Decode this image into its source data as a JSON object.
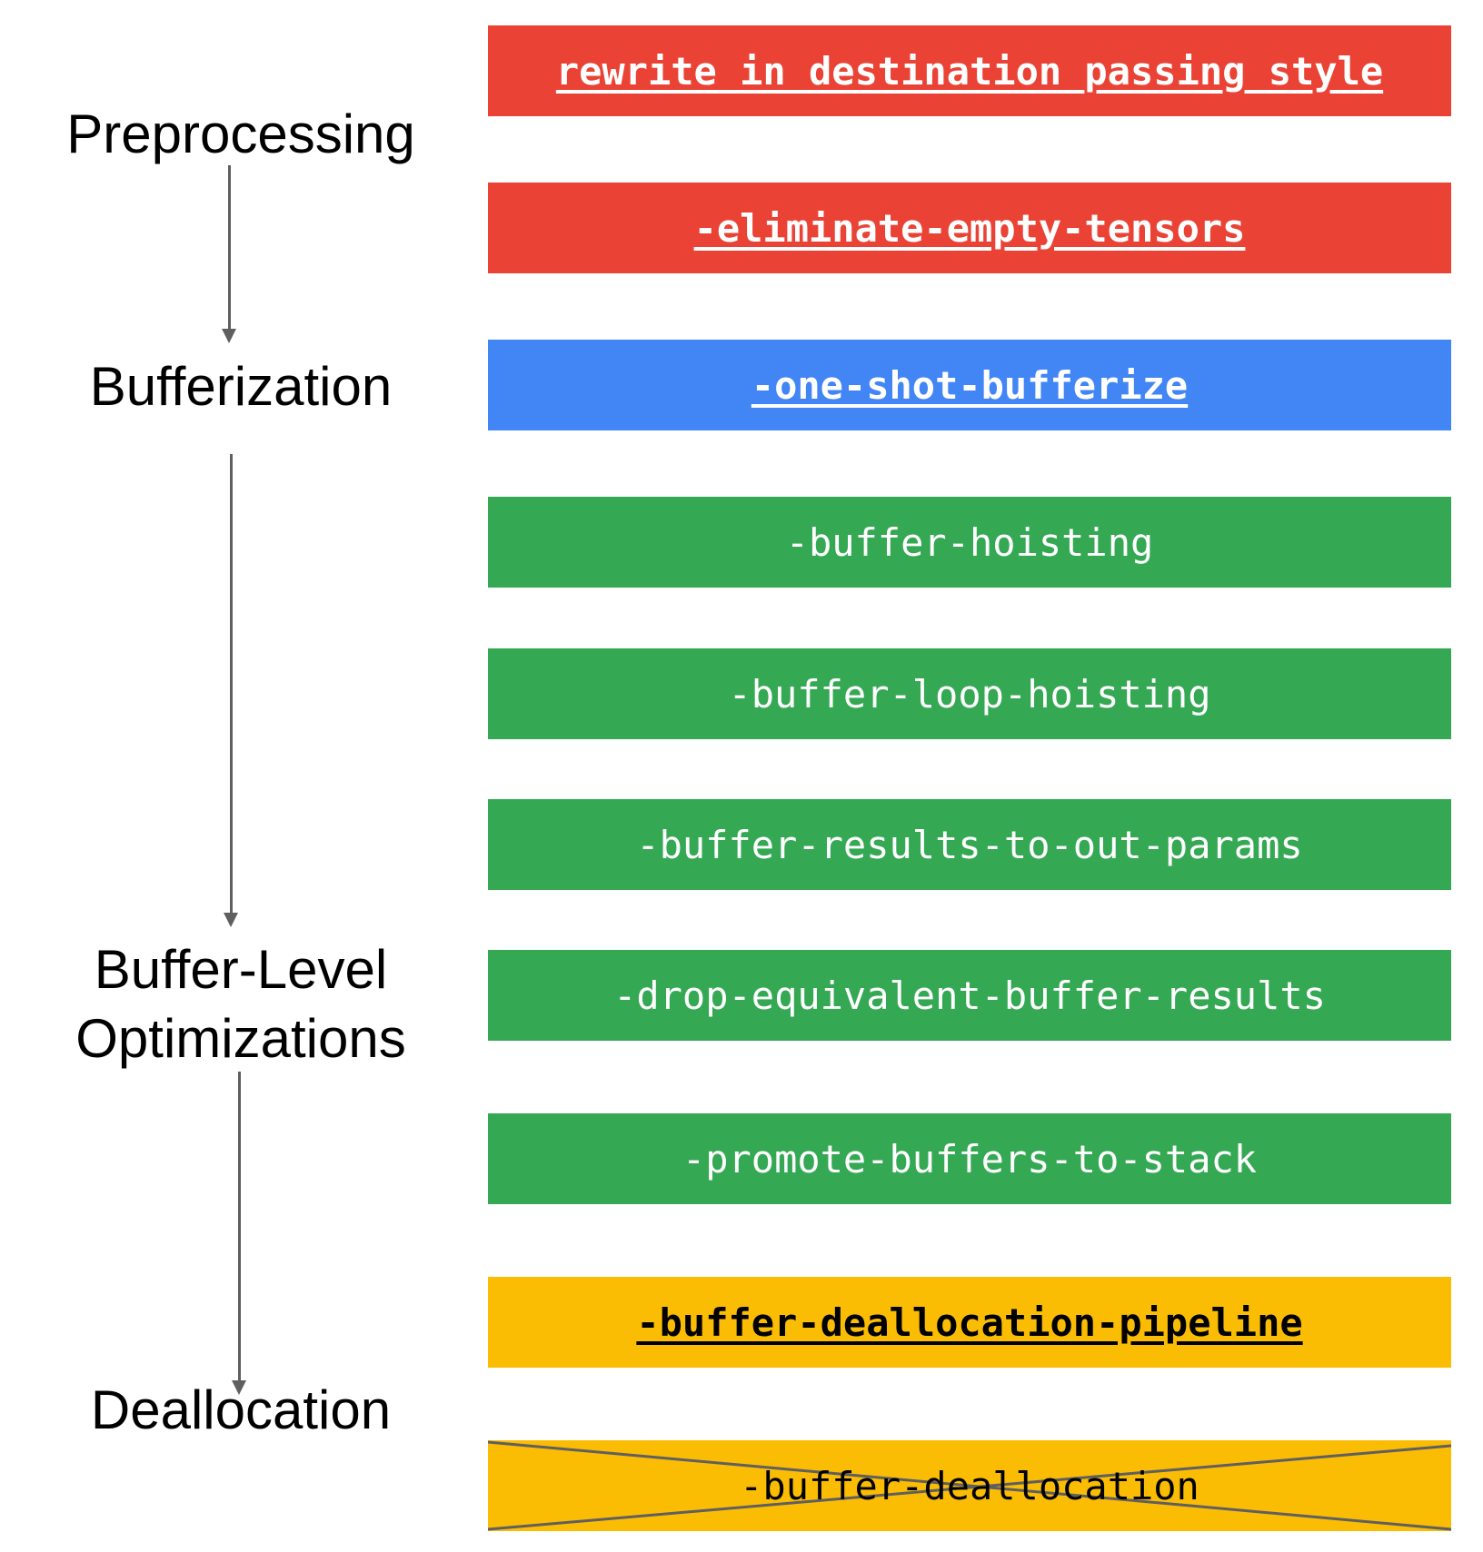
{
  "stages": {
    "preprocessing": "Preprocessing",
    "bufferization": "Bufferization",
    "buffer_level_line1": "Buffer-Level",
    "buffer_level_line2": "Optimizations",
    "deallocation": "Deallocation"
  },
  "passes": [
    {
      "label": "rewrite_in_destination_passing_style",
      "color": "#ea4335",
      "bold_link": true
    },
    {
      "label": "-eliminate-empty-tensors",
      "color": "#ea4335",
      "bold_link": true
    },
    {
      "label": "-one-shot-bufferize",
      "color": "#4285f4",
      "bold_link": true
    },
    {
      "label": "-buffer-hoisting",
      "color": "#34a853",
      "bold_link": false
    },
    {
      "label": "-buffer-loop-hoisting",
      "color": "#34a853",
      "bold_link": false
    },
    {
      "label": "-buffer-results-to-out-params",
      "color": "#34a853",
      "bold_link": false
    },
    {
      "label": "-drop-equivalent-buffer-results",
      "color": "#34a853",
      "bold_link": false
    },
    {
      "label": "-promote-buffers-to-stack",
      "color": "#34a853",
      "bold_link": false
    },
    {
      "label": "-buffer-deallocation-pipeline",
      "color": "#fbbc04",
      "bold_link": true
    },
    {
      "label": "-buffer-deallocation",
      "color": "#fbbc04",
      "bold_link": false,
      "crossed_out": true
    }
  ]
}
